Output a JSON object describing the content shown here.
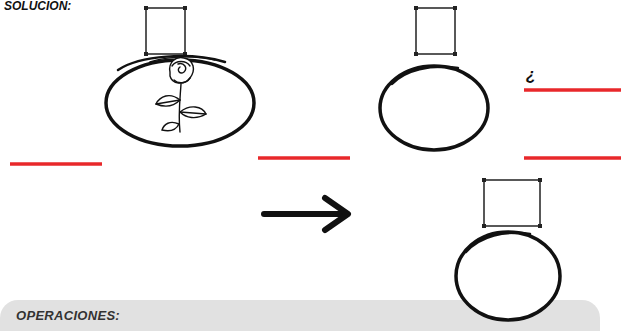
{
  "diagram": {
    "title": "SOLUCIÓN:",
    "nodes": [
      {
        "text": [
          "OPERACIONES:"
        ]
      }
    ],
    "labels": [
      "¿"
    ]
  }
}
